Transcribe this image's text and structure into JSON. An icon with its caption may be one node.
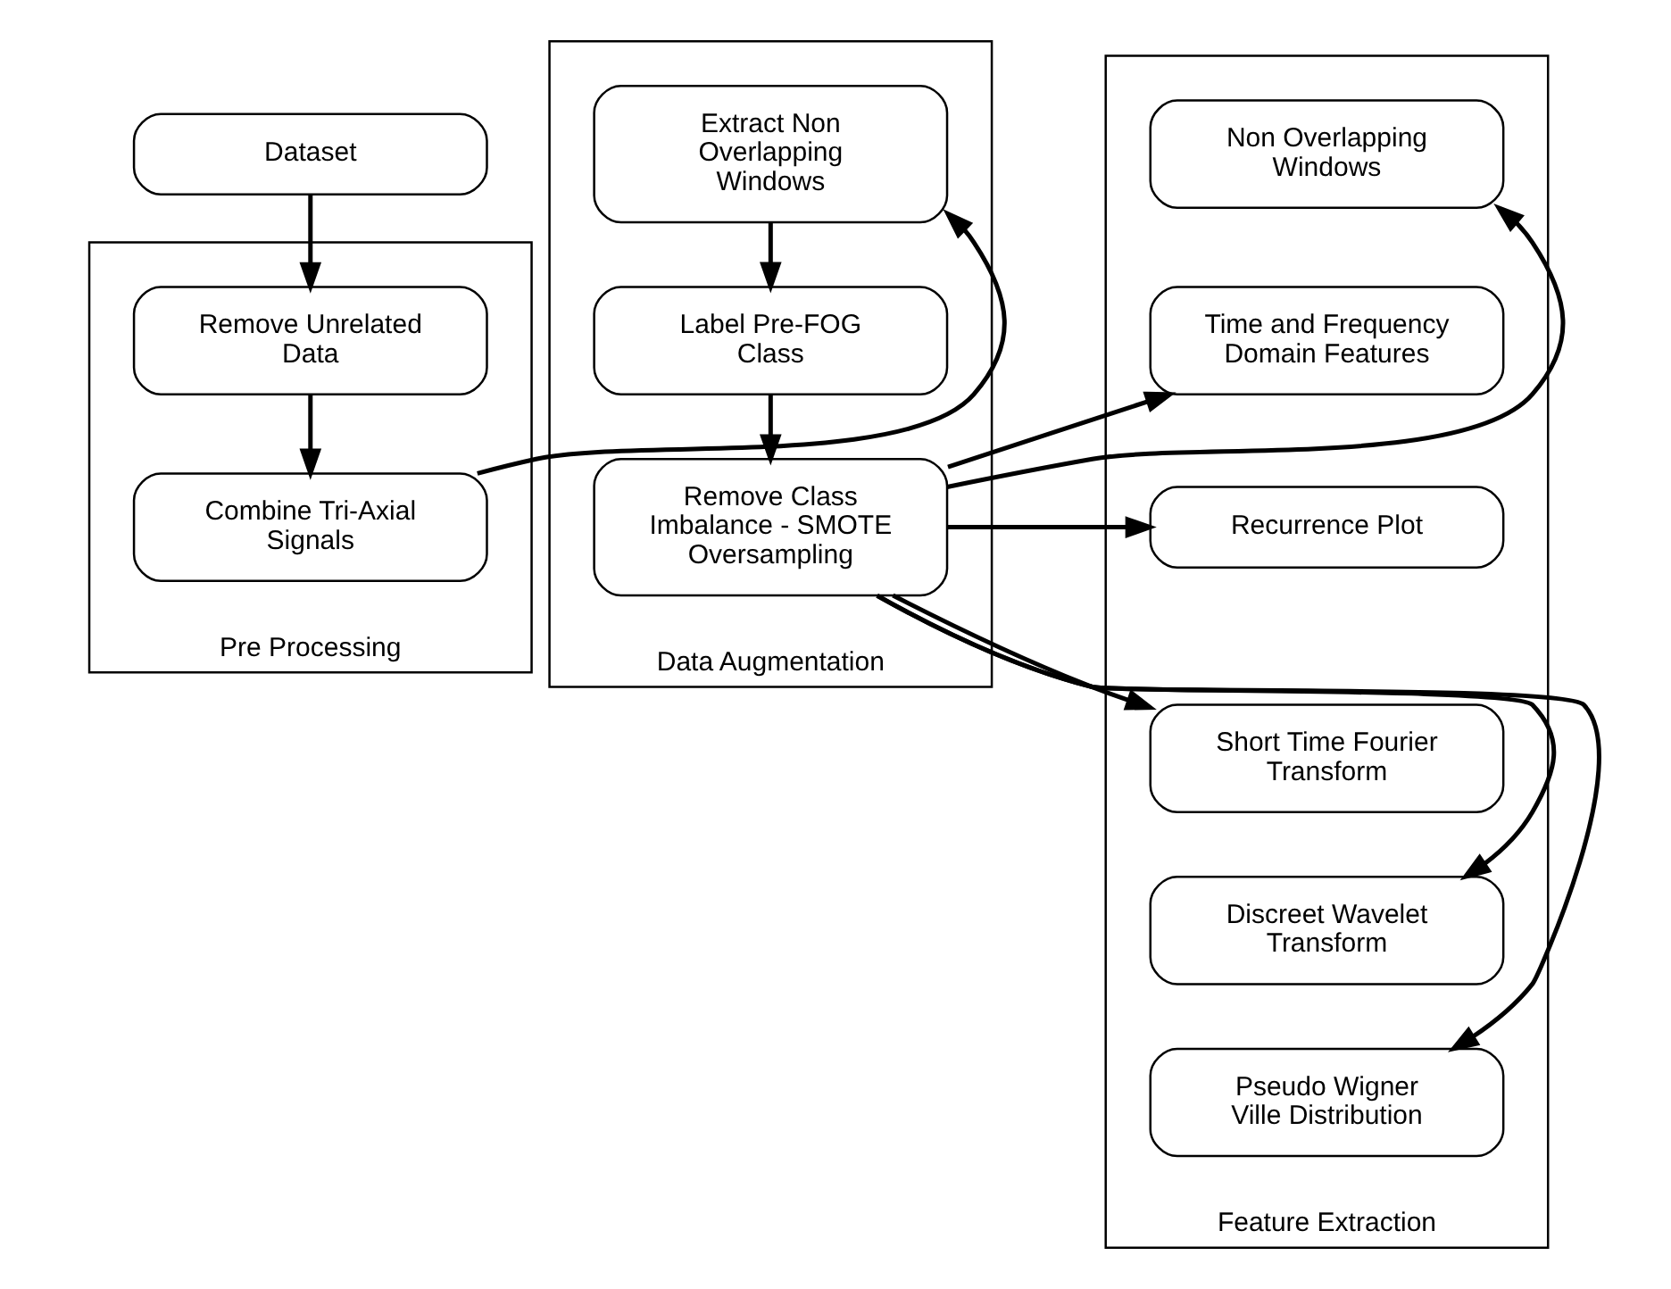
{
  "diagram": {
    "nodes": [
      {
        "text": [
          "Dataset"
        ]
      },
      {
        "text": [
          "Pre Processing"
        ]
      },
      {
        "text": [
          "Remove Unrelated Data"
        ],
        "in": 1
      },
      {
        "text": [
          "Combine Tri-Axial Signals"
        ],
        "in": 1
      },
      {
        "text": [
          "Data Augmentation"
        ]
      },
      {
        "text": [
          "Extract Non Overlapping Windows"
        ],
        "in": 4
      },
      {
        "text": [
          "Label Pre-FOG Class"
        ],
        "in": 4
      },
      {
        "text": [
          "Remove Class Imbalance - SMOTE Oversampling"
        ],
        "in": 4
      },
      {
        "text": [
          "Feature Extraction"
        ]
      },
      {
        "text": [
          "Non Overlapping Windows"
        ],
        "in": 8
      },
      {
        "text": [
          "Time and Frequency Domain Features"
        ],
        "in": 8
      },
      {
        "text": [
          "Recurrence Plot"
        ],
        "in": 8
      },
      {
        "text": [
          "Short Time Fourier Transform"
        ],
        "in": 8
      },
      {
        "text": [
          "Discreet Wavelet Transform"
        ],
        "in": 8
      },
      {
        "text": [
          "Pseudo Wigner Ville Distribution"
        ],
        "in": 8
      }
    ],
    "edges": [
      {
        "from": 0,
        "to": 2,
        "arrow": "to"
      },
      {
        "from": 2,
        "to": 3,
        "arrow": "to"
      },
      {
        "from": 3,
        "to": 5,
        "arrow": "to"
      },
      {
        "from": 5,
        "to": 6,
        "arrow": "to"
      },
      {
        "from": 6,
        "to": 7,
        "arrow": "to"
      },
      {
        "from": 7,
        "to": 9,
        "arrow": "to"
      },
      {
        "from": 7,
        "to": 10,
        "arrow": "to"
      },
      {
        "from": 7,
        "to": 11,
        "arrow": "to"
      },
      {
        "from": 7,
        "to": 12,
        "arrow": "to"
      },
      {
        "from": 7,
        "to": 13,
        "arrow": "to"
      },
      {
        "from": 7,
        "to": 14,
        "arrow": "to"
      }
    ]
  }
}
